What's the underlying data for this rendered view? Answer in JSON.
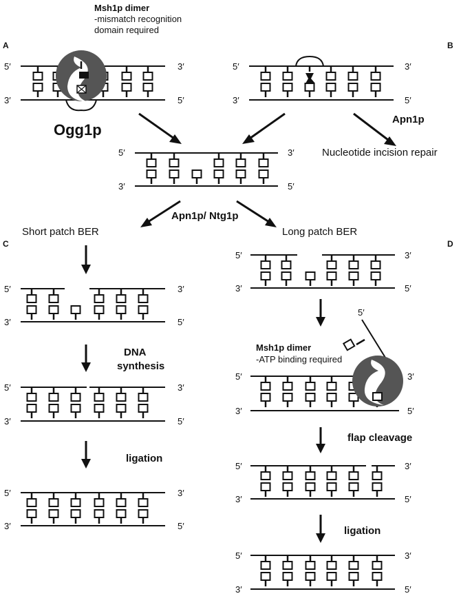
{
  "strand_ends": {
    "five": "5′",
    "three": "3′"
  },
  "panels": {
    "a": "A",
    "b": "B",
    "c": "C",
    "d": "D"
  },
  "msh1p_top": {
    "title": "Msh1p dimer",
    "line1": "-mismatch recognition",
    "line2": "domain required"
  },
  "msh1p_lower": {
    "title": "Msh1p dimer",
    "line1": "-ATP binding required"
  },
  "ogg1p": "Ogg1p",
  "apn1p": "Apn1p",
  "nucleotide_incision": "Nucleotide incision repair",
  "apn1p_ntg1p": "Apn1p/ Ntg1p",
  "short_patch": "Short patch BER",
  "long_patch": "Long patch BER",
  "dna_synthesis_1": "DNA",
  "dna_synthesis_2": "synthesis",
  "ligation_left": "ligation",
  "flap_cleavage": "flap cleavage",
  "ligation_right": "ligation",
  "colors": {
    "protein": "#555555",
    "ink": "#111111"
  }
}
